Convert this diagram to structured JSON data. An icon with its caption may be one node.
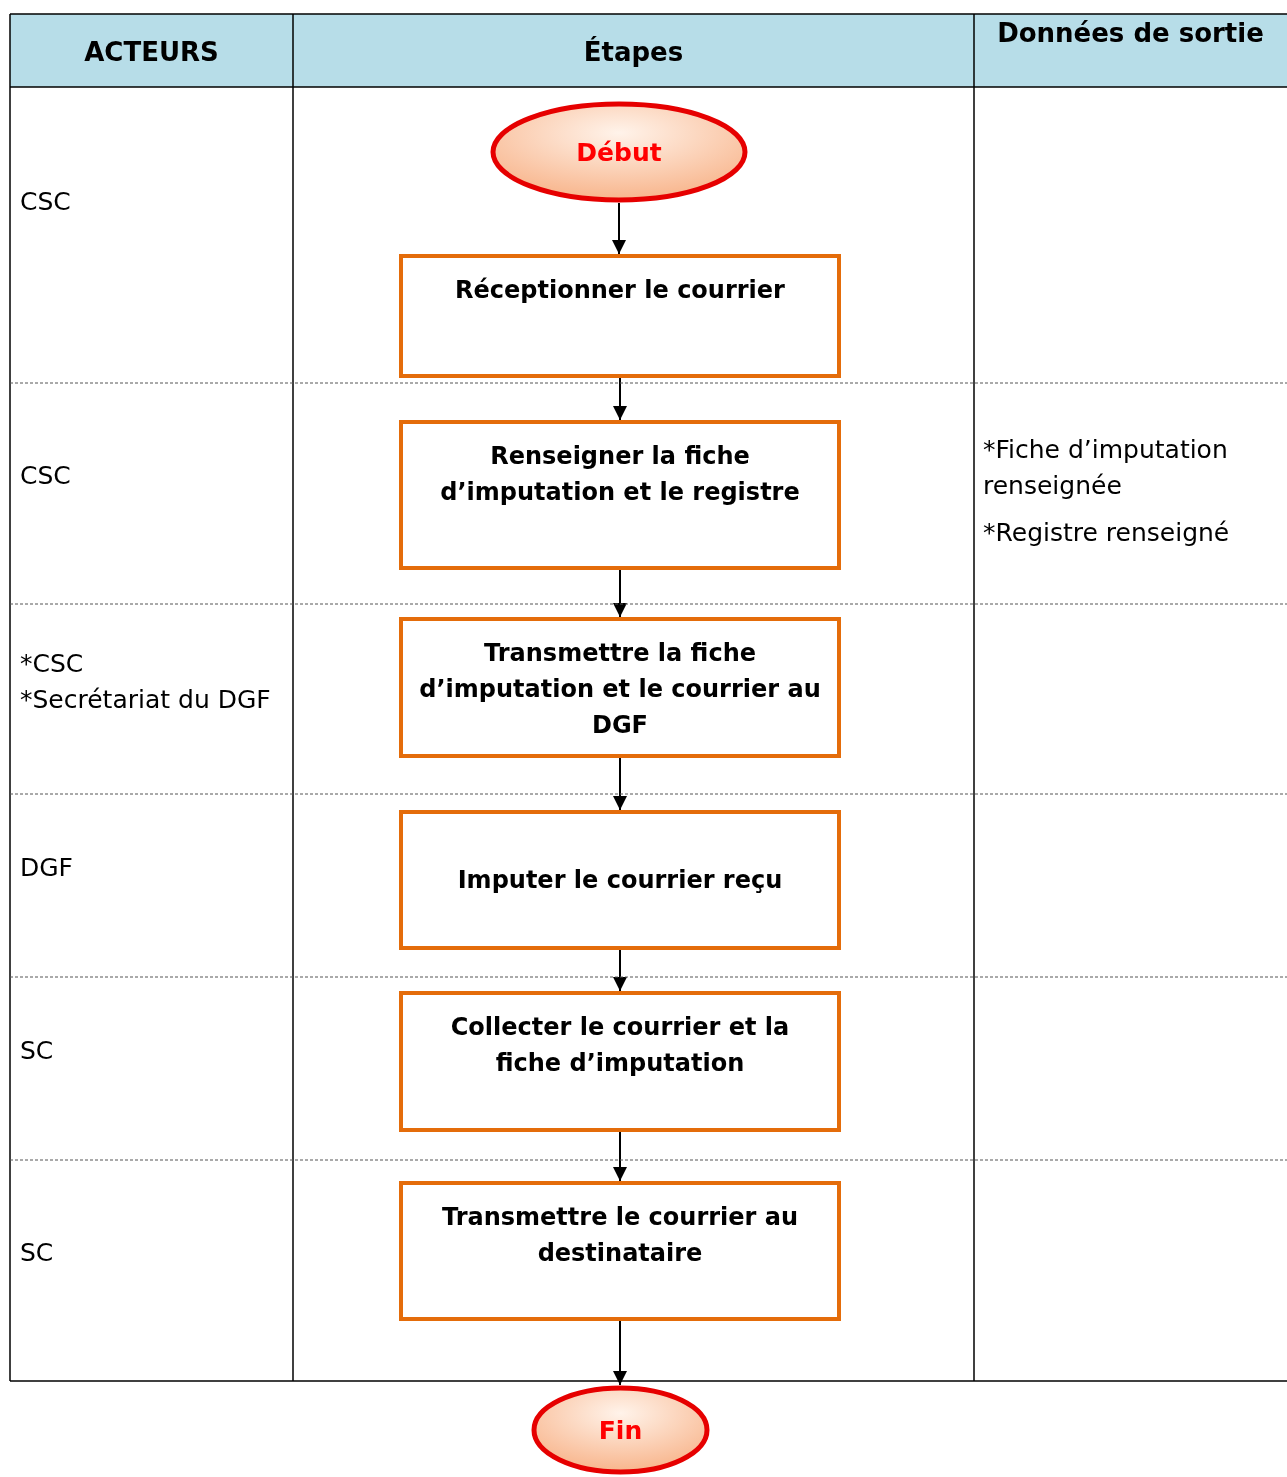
{
  "diagram": {
    "nodes": [
      {
        "text": [
          "Début"
        ]
      },
      {
        "text": [
          "Réceptionner le courrier"
        ]
      },
      {
        "text": [
          "Renseigner la fiche d’imputation et le registre"
        ]
      },
      {
        "text": [
          "Transmettre la fiche d’imputation et le courrier au DGF"
        ]
      },
      {
        "text": [
          "Imputer le courrier reçu"
        ]
      },
      {
        "text": [
          "Collecter le courrier et la fiche d’imputation"
        ]
      },
      {
        "text": [
          "Transmettre le courrier au destinataire"
        ]
      },
      {
        "text": [
          "Fin"
        ]
      }
    ],
    "edges": [
      {
        "from": 0,
        "to": 1,
        "arrow": "to"
      },
      {
        "from": 1,
        "to": 2,
        "arrow": "to"
      },
      {
        "from": 2,
        "to": 3,
        "arrow": "to"
      },
      {
        "from": 3,
        "to": 4,
        "arrow": "to"
      },
      {
        "from": 4,
        "to": 5,
        "arrow": "to"
      },
      {
        "from": 5,
        "to": 6,
        "arrow": "to"
      },
      {
        "from": 6,
        "to": 7,
        "arrow": "to"
      }
    ],
    "labels": [
      "ACTEURS",
      "Étapes",
      "Données de sortie",
      "CSC",
      "CSC",
      "*Fiche d’imputation renseignée",
      "*Registre renseigné",
      "*CSC",
      "*Secrétariat du DGF",
      "DGF",
      "SC",
      "SC"
    ]
  }
}
